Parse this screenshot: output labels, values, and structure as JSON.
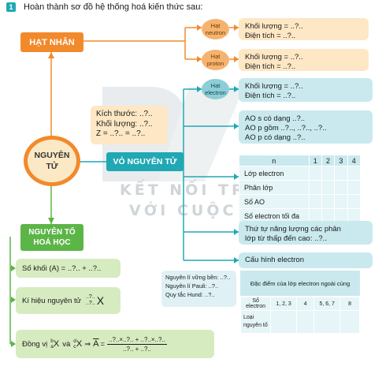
{
  "header": {
    "number": "1",
    "title": "Hoàn thành sơ đồ hệ thống hoá kiến thức sau:"
  },
  "center": {
    "label_line1": "NGUYÊN",
    "label_line2": "TỬ"
  },
  "hat_nhan": {
    "label": "HẠT NHÂN"
  },
  "neutron": {
    "oval_line1": "Hạt",
    "oval_line2": "neutron",
    "line1": "Khối lượng = ..?..",
    "line2": "Điện tích = ..?.."
  },
  "proton": {
    "oval_line1": "Hạt",
    "oval_line2": "proton",
    "line1": "Khối lượng = ..?..",
    "line2": "Điện tích = ..?.."
  },
  "electron": {
    "oval_line1": "Hạt",
    "oval_line2": "electron",
    "line1": "Khối lượng = ..?..",
    "line2": "Điện tích = ..?.."
  },
  "size_box": {
    "line1": "Kích thước: ..?..",
    "line2": "Khối lượng: ..?..",
    "line3": "Z = ..?.. = ..?.."
  },
  "vo": {
    "label": "VỎ NGUYÊN TỬ"
  },
  "ao_box": {
    "line1": "AO s có dạng ..?..",
    "line2": "AO p gồm ..?.., ..?.., ..?..",
    "line3": "AO p có dạng ..?.."
  },
  "shell_table": {
    "headers": [
      "n",
      "1",
      "2",
      "3",
      "4"
    ],
    "rows": [
      "Lớp electron",
      "Phân lớp",
      "Số AO",
      "Số electron tối đa"
    ]
  },
  "energy_box": {
    "line1": "Thứ tự năng lượng các phân",
    "line2": "lớp từ thấp đến cao: ..?.."
  },
  "config_box": {
    "label": "Cấu hình electron"
  },
  "rules_box": {
    "line1": "Nguyên lí vững bền: ..?..",
    "line2": "Nguyên lí Pauli: ..?..",
    "line3": "Quy tắc Hund: ..?.."
  },
  "outer_table": {
    "title": "Đặc điểm của lớp electron ngoài cùng",
    "row1": [
      "Số electron",
      "1, 2, 3",
      "4",
      "5, 6, 7",
      "8"
    ],
    "row2_line1": "Loại",
    "row2_line2": "nguyên tố"
  },
  "element": {
    "label_line1": "NGUYÊN TỐ",
    "label_line2": "HOÁ HỌC"
  },
  "mass_number": {
    "text": "Số khối (A) = ..?.. + ..?.."
  },
  "symbol": {
    "label": "Kí hiệu nguyên tử",
    "sup": "..?..",
    "sub": "..?..",
    "letter": "X"
  },
  "isotope": {
    "prefix": "Đồng vị",
    "sup1": "b",
    "sub1": "a",
    "and": "và",
    "sup2": "d",
    "sub2": "c",
    "letter": "X",
    "arrow": "⇒",
    "abar": "A",
    "eq": "=",
    "numerator": "..?..×..?.. + ..?..×..?..",
    "denominator": "..?.. + ..?.."
  },
  "watermark": {
    "line1": "KẾT NỐI TRI THỨC",
    "line2": "VỚI CUỘC SỐNG"
  },
  "colors": {
    "teal": "#20a8b4",
    "orange": "#f28a2c",
    "green": "#5cb547",
    "light_teal": "#c9e9ee",
    "light_orange": "#fde7c4",
    "light_green": "#d7ebc0"
  }
}
